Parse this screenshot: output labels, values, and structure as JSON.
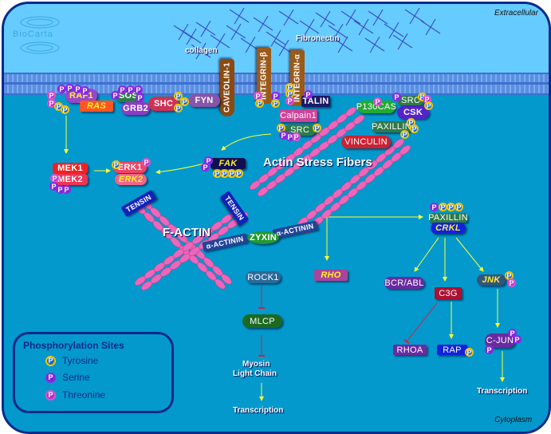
{
  "diagram": {
    "compartments": {
      "extracellular": "Extracellular",
      "cytoplasm": "Cytoplasm"
    },
    "logo": "BioCarta",
    "extracellular_labels": {
      "collagen": "collagen",
      "fibronectin": "Fibronectin"
    },
    "membrane_proteins": {
      "caveolin": "CAVEOLIN-1",
      "integrin_b": "INTEGRIN-β",
      "integrin_a": "INTEGRIN-α"
    },
    "proteins": {
      "raf1": "RAF1",
      "ras": "RAS",
      "sos": "SOS",
      "grb2": "GRB2",
      "shc": "SHC",
      "fyn": "FYN",
      "talin": "TALIN",
      "calpain1": "Calpain1",
      "src1": "SRC",
      "p130cas": "P130CAS",
      "src2": "SRC",
      "csk": "CSK",
      "paxillin1": "PAXILLIN",
      "vinculin": "VINCULIN",
      "mek1": "MEK1",
      "mek2": "MEK2",
      "erk1": "ERK1",
      "erk2": "ERK2",
      "fak": "FAK",
      "tensin1": "TENSIN",
      "tensin2": "TENSIN",
      "zyxin": "ZYXIN",
      "actinin1": "α-ACTININ",
      "actinin2": "α-ACTININ",
      "rock1": "ROCK1",
      "mlcp": "MLCP",
      "rho": "RHO",
      "paxillin2": "PAXILLIN",
      "crkl": "CRKL",
      "bcrabl": "BCR/ABL",
      "c3g": "C3G",
      "jnk": "JNK",
      "rhoa": "RHOA",
      "rap": "RAP",
      "cjun": "C-JUN"
    },
    "text_labels": {
      "stress_fibers": "Actin Stress Fibers",
      "f_actin": "F-ACTIN",
      "myosin": "Myosin",
      "light_chain": "Light Chain",
      "transcription1": "Transcription",
      "transcription2": "Transcription"
    },
    "phospho_glyph": "P",
    "legend": {
      "title": "Phosphorylation Sites",
      "items": [
        {
          "label": "Tyrosine",
          "color": "#f5c400"
        },
        {
          "label": "Serine",
          "color": "#8a2be2"
        },
        {
          "label": "Threonine",
          "color": "#e050d0"
        }
      ]
    },
    "colors": {
      "background": "#0399cc",
      "extracellular": "#66ccff",
      "frame": "#0b2a8a",
      "activation_arrow": "#ffff33",
      "inhibition_arrow": "#cc2244"
    }
  }
}
